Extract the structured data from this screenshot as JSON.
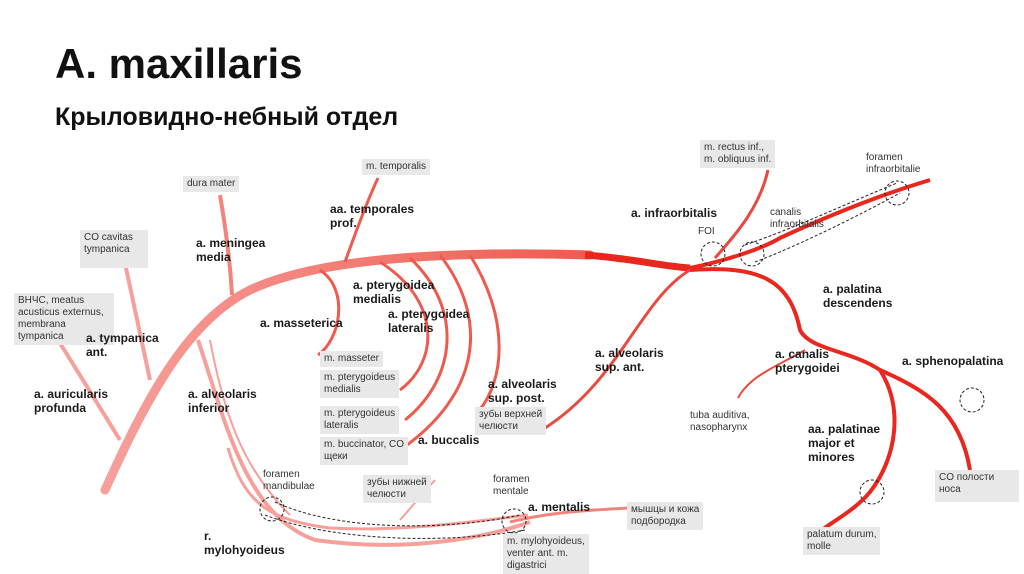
{
  "title": "A. maxillaris",
  "subtitle": "Крыловидно-небный отдел",
  "colors": {
    "main_dark": "#e8281e",
    "main_mid": "#ef5a4e",
    "main_light": "#f7a09b",
    "branch": "#e84a3f",
    "box_bg": "#e8e8e8"
  },
  "artery_labels": {
    "tympanica": "a. tympanica\nant.",
    "auricularis": "a. auricularis\nprofunda",
    "meningea": "a. meningea\nmedia",
    "alveolaris_inf": "a. alveolaris\ninferior",
    "masseterica": "a. masseterica",
    "temporales": "aa. temporales\nprof.",
    "pterygoidea_med": "a. pterygoidea\nmedialis",
    "pterygoidea_lat": "a. pterygoidea\nlateralis",
    "alveolaris_post": "a. alveolaris\nsup. post.",
    "buccalis": "a. buccalis",
    "infraorbitalis": "a. infraorbitalis",
    "alveolaris_ant": "a. alveolaris\nsup. ant.",
    "palatina_desc": "a. palatina\ndescendens",
    "canalis_pter": "a. canalis\npterygoidei",
    "sphenopalatina": "a. sphenopalatina",
    "palatinae": "aa. palatinae\nmajor et\nminores",
    "mentalis": "a. mentalis",
    "mylohyoideus": "r.\nmylohyoideus"
  },
  "target_boxes": {
    "co_cavitas": "CO cavitas\ntympanica",
    "vnchs": "ВНЧС, meatus\nacusticus externus,\nmembrana\ntympanica",
    "dura": "dura mater",
    "temporalis": "m. temporalis",
    "masseter": "m. masseter",
    "pter_med": "m. pterygoideus\nmedialis",
    "pter_lat": "m. pterygoideus\nlateralis",
    "buccinator": "m. buccinator, CO\nщеки",
    "zuby_verh": "зубы верхней\nчелюсти",
    "zuby_nizh": "зубы нижней\nчелюсти",
    "rectus": "m. rectus inf.,\nm. obliquus inf.",
    "myshcy": "мышцы и кожа\nподбородка",
    "mylohyoideus_m": "m. mylohyoideus,\nventer ant. m.\ndigastrici",
    "palatum": "palatum durum,\nmolle",
    "co_nosa": "CO полости\nноса"
  },
  "notes": {
    "foi": "FOI",
    "canalis_infra": "canalis\ninfraorbitalis",
    "foramen_infra": "foramen\ninfraorbitalie",
    "foramen_mand": "foramen\nmandibulae",
    "foramen_ment": "foramen\nmentale",
    "tuba": "tuba auditiva,\nnasopharynx"
  }
}
